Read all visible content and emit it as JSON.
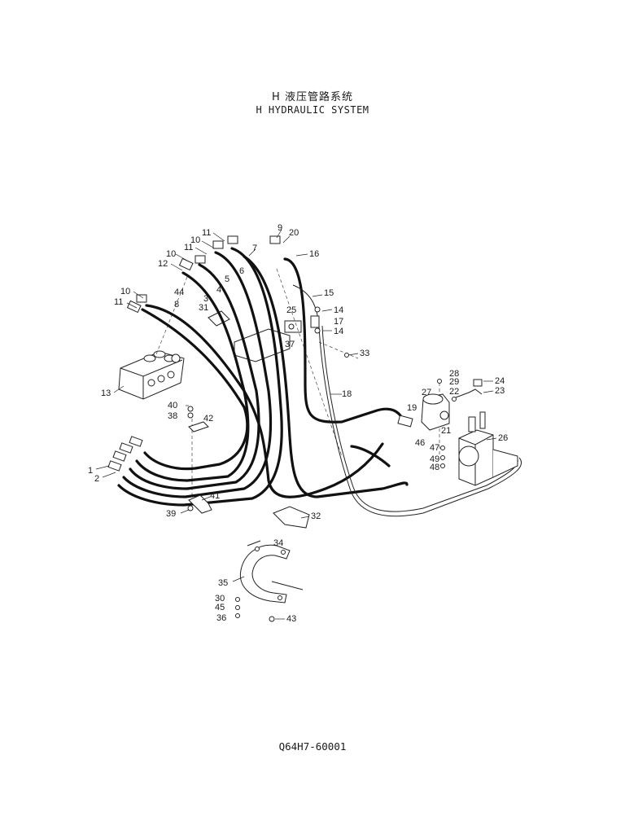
{
  "header": {
    "title_cn": "H 液压管路系统",
    "title_en": "H HYDRAULIC SYSTEM"
  },
  "footer": {
    "drawing_number": "Q64H7-60001"
  },
  "callouts": [
    "1",
    "2",
    "3",
    "4",
    "5",
    "6",
    "7",
    "8",
    "9",
    "10",
    "10",
    "10",
    "11",
    "11",
    "11",
    "12",
    "13",
    "14",
    "14",
    "15",
    "16",
    "17",
    "18",
    "19",
    "20",
    "21",
    "22",
    "23",
    "24",
    "25",
    "26",
    "27",
    "28",
    "29",
    "30",
    "31",
    "32",
    "33",
    "34",
    "35",
    "36",
    "37",
    "38",
    "39",
    "40",
    "41",
    "42",
    "43",
    "44",
    "45",
    "46",
    "47",
    "48",
    "49"
  ]
}
